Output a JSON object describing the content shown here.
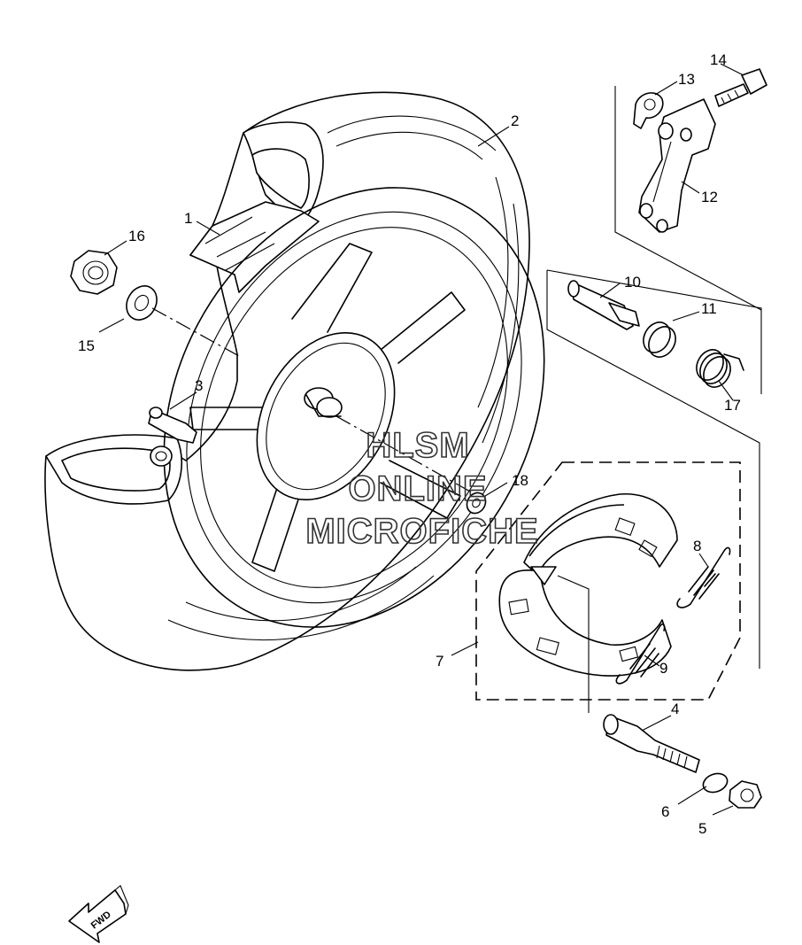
{
  "watermark": {
    "line1": "HLSM",
    "line2": "ONLINE",
    "line3": "MICROFICHE"
  },
  "direction_label": "FWD",
  "callouts": [
    "1",
    "2",
    "3",
    "4",
    "5",
    "6",
    "7",
    "8",
    "9",
    "10",
    "11",
    "12",
    "13",
    "14",
    "15",
    "16",
    "17",
    "18"
  ]
}
